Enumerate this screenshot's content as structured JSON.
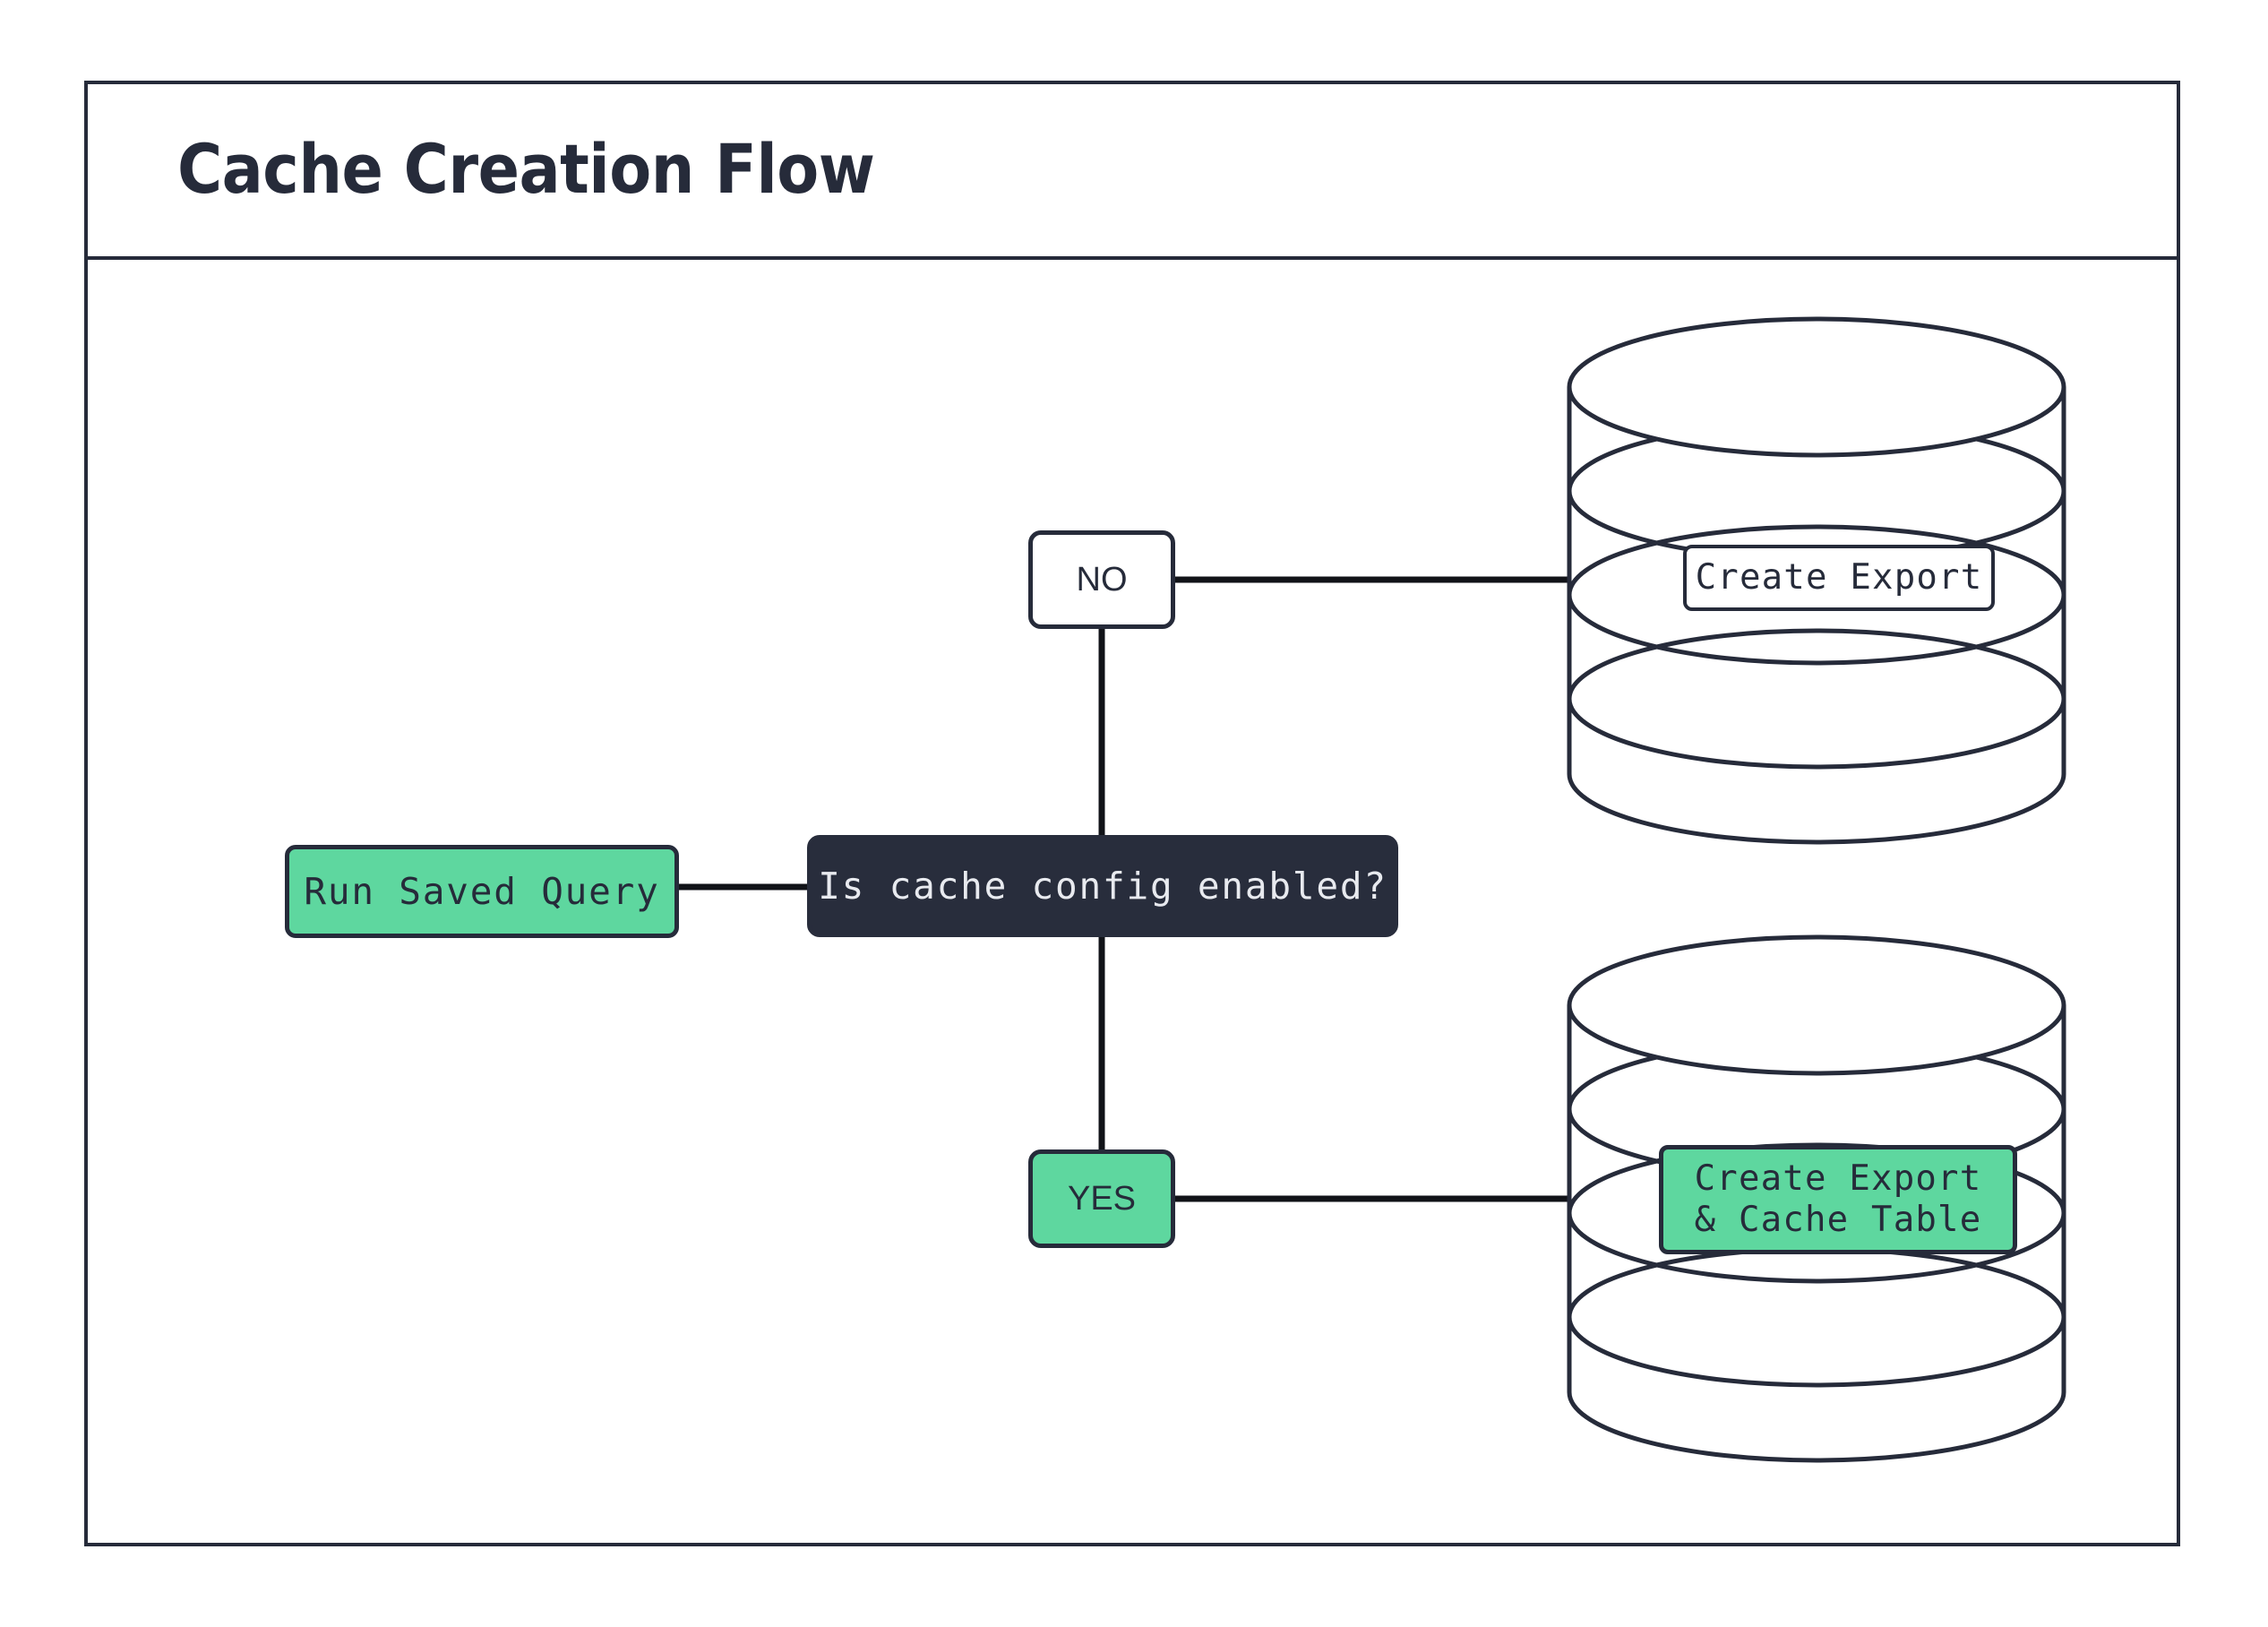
{
  "diagram": {
    "title": "Cache Creation Flow",
    "type": "flowchart",
    "theme": {
      "background": "#ffffff",
      "stroke": "#262b3a",
      "accent_green": "#5ed79f",
      "decision_fill": "#282d3c",
      "decision_text": "#e8eaef",
      "node_text": "#262b3a"
    },
    "nodes": [
      {
        "id": "run-saved-query",
        "label": "Run Saved Query",
        "shape": "rounded-rect",
        "fill": "#5ed79f"
      },
      {
        "id": "decision",
        "label": "Is cache config enabled?",
        "shape": "rounded-rect",
        "fill": "#282d3c"
      },
      {
        "id": "create-export",
        "label": "Create Export",
        "shape": "database-cylinder",
        "fill": "#ffffff"
      },
      {
        "id": "create-export-cache-table",
        "label_line_1": "Create Export",
        "label_line_2": "& Cache Table",
        "shape": "database-cylinder",
        "fill": "#5ed79f"
      }
    ],
    "edges": [
      {
        "id": "query-to-decision",
        "from": "run-saved-query",
        "to": "decision",
        "label": ""
      },
      {
        "id": "decision-to-export",
        "from": "decision",
        "to": "create-export",
        "label": "NO"
      },
      {
        "id": "decision-to-cache",
        "from": "decision",
        "to": "create-export-cache-table",
        "label": "YES"
      }
    ],
    "edge_labels": {
      "no": "NO",
      "yes": "YES"
    }
  }
}
